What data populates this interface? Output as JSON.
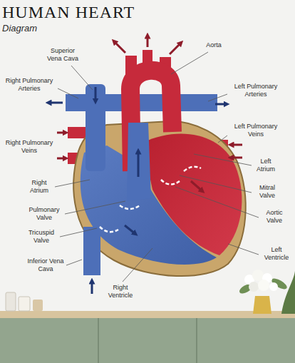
{
  "diagram": {
    "title": "HUMAN HEART",
    "labels": [
      "Diagram",
      "Superior Vena Cava",
      "Aorta",
      "Right Pulmonary Arteries",
      "Left Pulmonary Arteries",
      "Right Pulmonary Veins",
      "Left Pulmonary Veins",
      "Left Atrium",
      "Right Atrium",
      "Mitral Valve",
      "Pulmonary Valve",
      "Aortic Valve",
      "Tricuspid Valve",
      "Left Ventricle",
      "Inferior Vena Cava",
      "Right Ventricle"
    ]
  }
}
